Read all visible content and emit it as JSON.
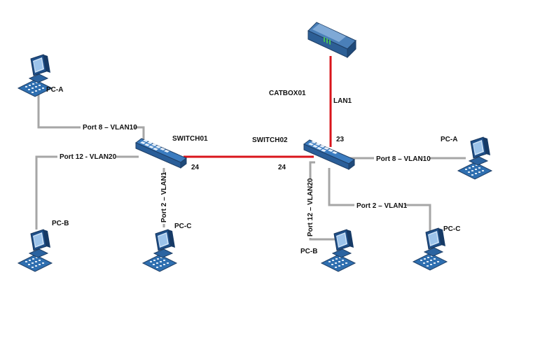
{
  "colors": {
    "uplink": "#d9141b",
    "access_link": "#a6a6a6",
    "device_fill": "#2f6fb0",
    "device_dark": "#1f3f66",
    "label_bg": "#ffffff"
  },
  "devices": {
    "router": {
      "name": "CATBOX01",
      "icon": "router-icon"
    },
    "switch1": {
      "name": "SWITCH01",
      "icon": "switch-icon"
    },
    "switch2": {
      "name": "SWITCH02",
      "icon": "switch-icon"
    },
    "s1_pc_a": {
      "name": "PC-A",
      "icon": "workstation-icon"
    },
    "s1_pc_b": {
      "name": "PC-B",
      "icon": "workstation-icon"
    },
    "s1_pc_c": {
      "name": "PC-C",
      "icon": "workstation-icon"
    },
    "s2_pc_a": {
      "name": "PC-A",
      "icon": "workstation-icon"
    },
    "s2_pc_b": {
      "name": "PC-B",
      "icon": "workstation-icon"
    },
    "s2_pc_c": {
      "name": "PC-C",
      "icon": "workstation-icon"
    }
  },
  "links": {
    "router_lan": "LAN1",
    "s2_uplink_port": "23",
    "s1_trunk_port": "24",
    "s2_trunk_port": "24",
    "s1_pc_a": "Port 8 – VLAN10",
    "s1_pc_b": "Port 12 - VLAN20",
    "s1_pc_c": "Port 2 – VLAN1",
    "s2_pc_a": "Port 8 – VLAN10",
    "s2_pc_b": "Port 12 – VLAN20",
    "s2_pc_c": "Port 2 – VLAN1"
  }
}
